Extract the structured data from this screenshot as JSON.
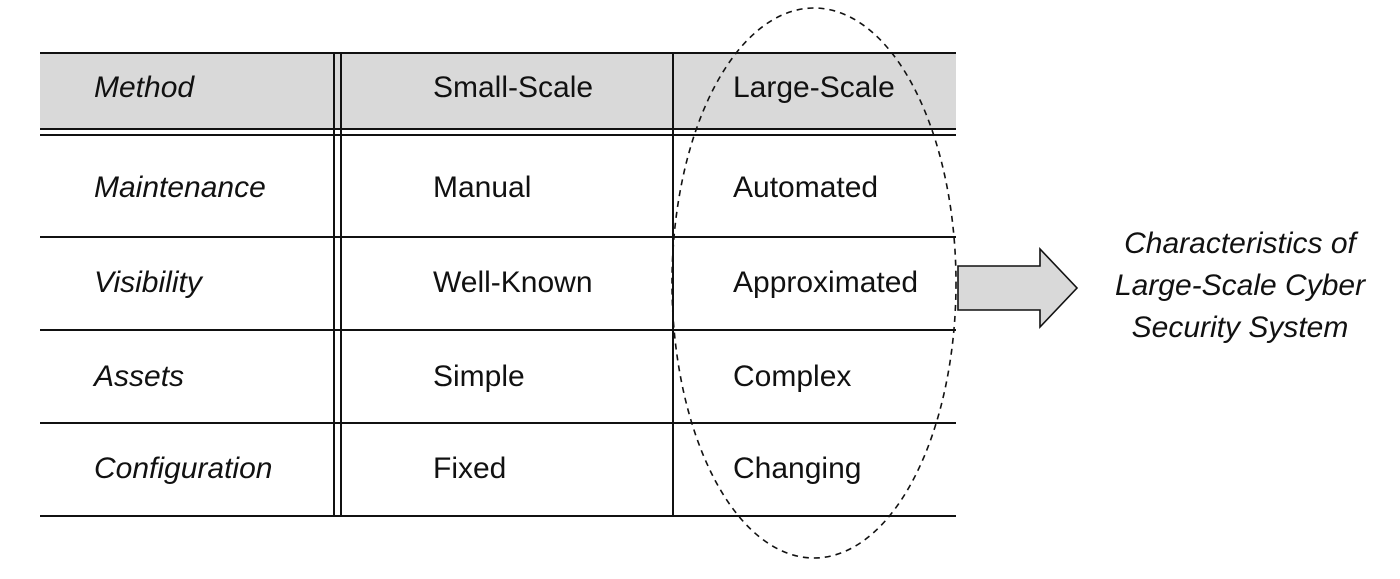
{
  "table": {
    "headers": [
      "Method",
      "Small-Scale",
      "Large-Scale"
    ],
    "rows": [
      {
        "method": "Maintenance",
        "small": "Manual",
        "large": "Automated"
      },
      {
        "method": "Visibility",
        "small": "Well-Known",
        "large": "Approximated"
      },
      {
        "method": "Assets",
        "small": "Simple",
        "large": "Complex"
      },
      {
        "method": "Configuration",
        "small": "Fixed",
        "large": "Changing"
      }
    ],
    "header_fill": "#d9d9d9",
    "line_color": "#111111"
  },
  "caption": {
    "lines": [
      "Characteristics of",
      "Large-Scale Cyber",
      "Security System"
    ]
  },
  "highlight": {
    "shape": "dashed-ellipse",
    "target_column": "Large-Scale"
  },
  "arrow": {
    "fill": "#d9d9d9",
    "stroke": "#111111"
  }
}
